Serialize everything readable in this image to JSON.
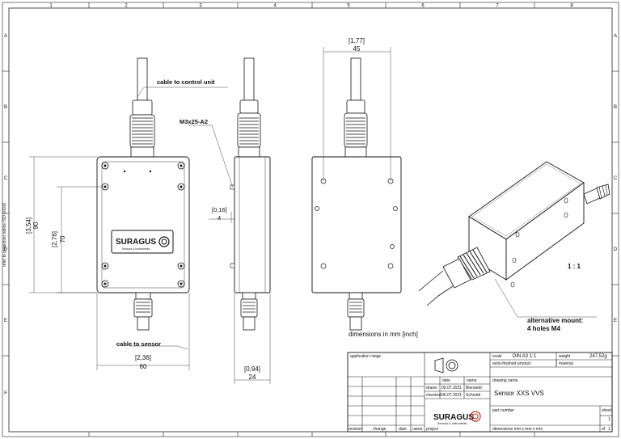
{
  "grid": {
    "columns": [
      "1",
      "2",
      "3",
      "4",
      "5",
      "6",
      "7",
      "8"
    ],
    "rows": [
      "A",
      "B",
      "C",
      "D",
      "E",
      "F"
    ]
  },
  "side_note": "refer to protection notice ISO 16016",
  "callouts": {
    "cable_to_control_unit": "cable to control unit",
    "screw": "M3x25-A2",
    "cable_to_sensor": "cable to sensor",
    "alternative_mount_line1": "alternative mount:",
    "alternative_mount_line2": "4 holes M4",
    "scale_detail": "1 : 1",
    "units_note": "dimensions in mm [inch]"
  },
  "dimensions": {
    "height_outer_inch": "[3,54]",
    "height_outer_mm": "90",
    "height_inner_inch": "[2,76]",
    "height_inner_mm": "70",
    "width_inch": "[2,36]",
    "width_mm": "60",
    "thickness_inch": "[0,94]",
    "thickness_mm": "24",
    "offset_inch": "[0,16]",
    "offset_mm": "4",
    "hole_spacing_inch": "[1,77]",
    "hole_spacing_mm": "45"
  },
  "logo": {
    "name": "SURAGUS",
    "tagline": "Sensors & Instruments"
  },
  "title_block": {
    "application_range_label": "application range",
    "scale_label": "scale",
    "scale_value": "DIN A3  1:1",
    "weight_label": "weight",
    "weight_value": "247,52g",
    "semi_finished_label": "semi-finished product",
    "material_label": "material",
    "date_header": "date",
    "name_header": "name",
    "drawn_label": "drawn",
    "drawn_date": "05.07.2021",
    "drawn_name": "Bierstedt",
    "checked_label": "checked",
    "checked_date": "06.07.2021",
    "checked_name": "Schmidt",
    "drawing_name_label": "drawing name",
    "drawing_name": "Sensor XXS VVS",
    "part_number_label": "part number",
    "dimensions_label": "dimensions  mm x mm x mm",
    "sheet_label": "sheet",
    "sheet_value": "1",
    "of_label": "of",
    "of_value": "1",
    "rev_headers": [
      "revision",
      "change",
      "date",
      "name",
      "project"
    ]
  }
}
